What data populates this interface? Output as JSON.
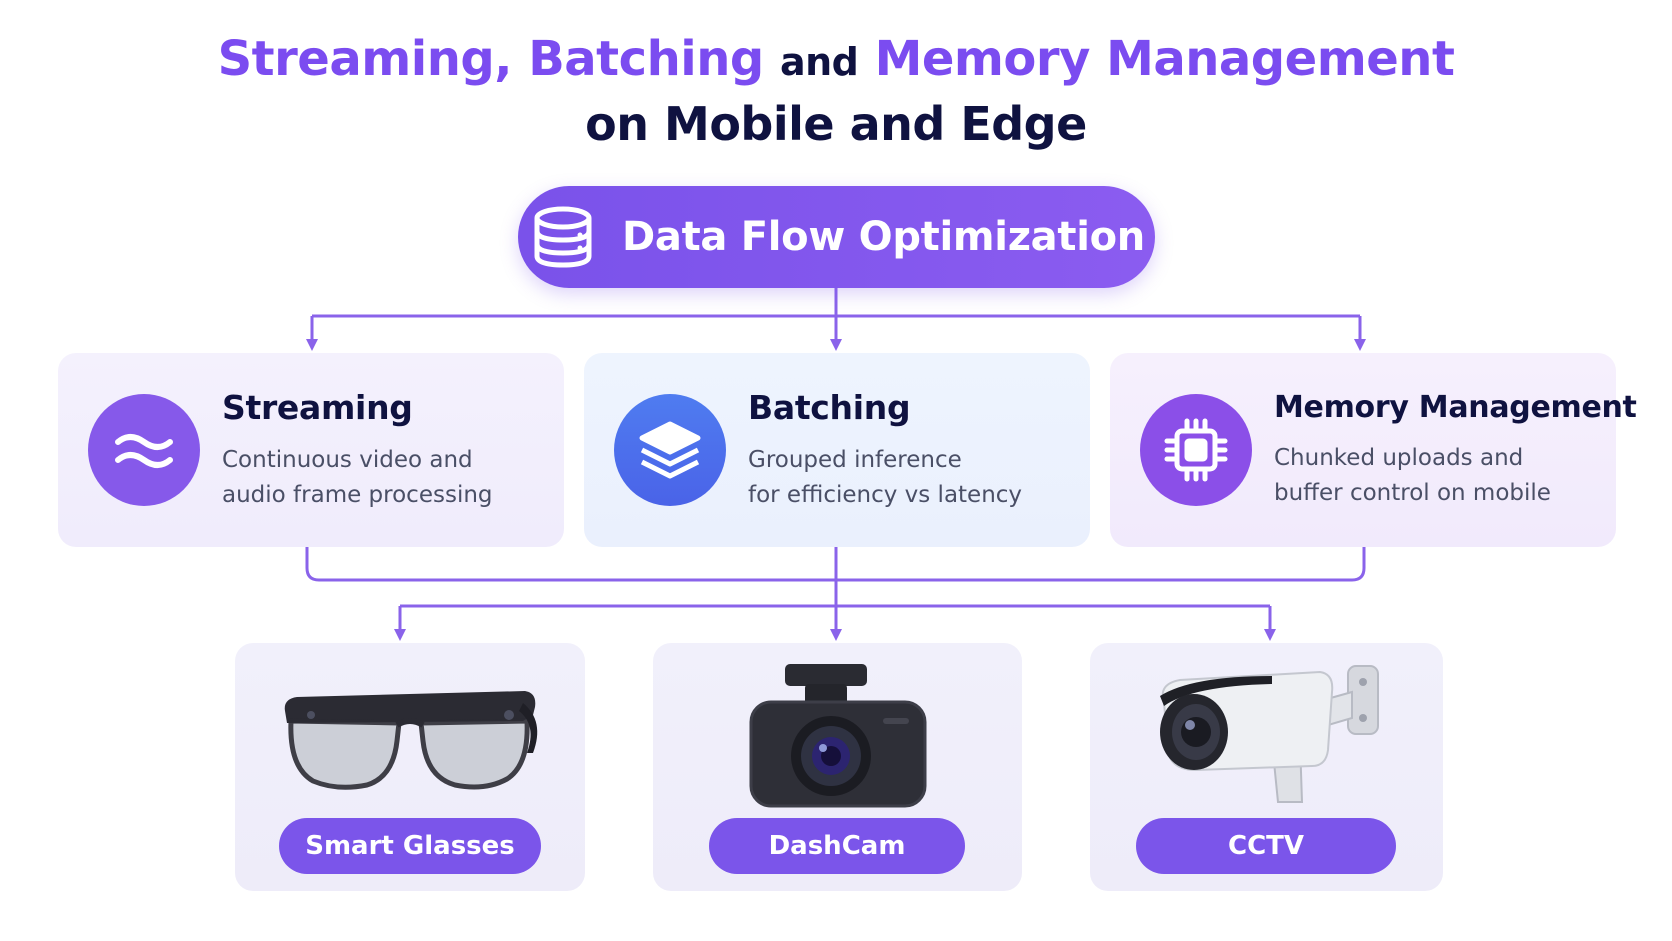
{
  "title": {
    "part1": "Streaming,",
    "part2": "Batching",
    "part3": "and",
    "part4": "Memory Management",
    "line2": "on Mobile and Edge"
  },
  "root": {
    "label": "Data Flow Optimization",
    "icon": "database-icon"
  },
  "techniques": [
    {
      "title": "Streaming",
      "desc_line1": "Continuous video and",
      "desc_line2": "audio frame processing",
      "icon": "wave-icon"
    },
    {
      "title": "Batching",
      "desc_line1": "Grouped inference",
      "desc_line2": "for efficiency vs latency",
      "icon": "layers-icon"
    },
    {
      "title": "Memory Management",
      "desc_line1": "Chunked uploads and",
      "desc_line2": "buffer control on mobile",
      "icon": "chip-icon"
    }
  ],
  "devices": [
    {
      "label": "Smart Glasses",
      "icon": "smart-glasses-icon"
    },
    {
      "label": "DashCam",
      "icon": "dashcam-icon"
    },
    {
      "label": "CCTV",
      "icon": "cctv-camera-icon"
    }
  ],
  "colors": {
    "accent": "#7b4cf0",
    "dark_text": "#0f1240",
    "connector": "#8a63ea"
  }
}
